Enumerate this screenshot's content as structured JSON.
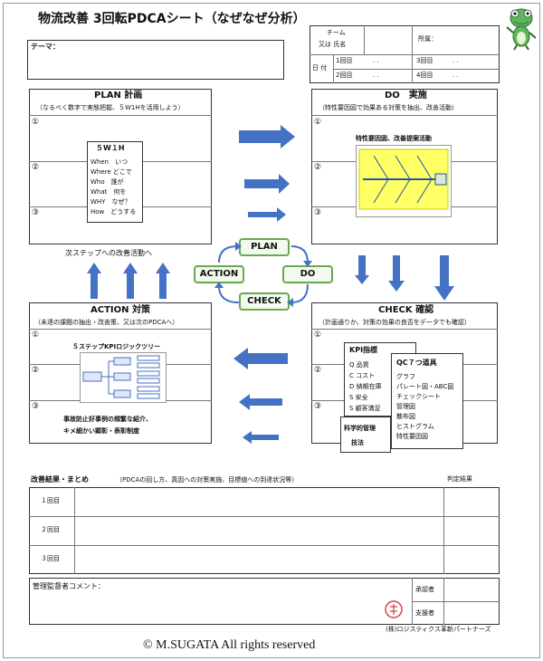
{
  "header": {
    "title": "物流改善 3回転PDCAシート（なぜなぜ分析）",
    "team_label_1": "チーム",
    "team_label_2": "又は 氏名",
    "dept_label": "所属：",
    "date_label": "日 付",
    "rounds": [
      "1回目",
      "2回目",
      "3回目",
      "4回目"
    ],
    "date_placeholder": ".  ."
  },
  "theme": {
    "label": "テーマ："
  },
  "plan": {
    "title": "PLAN 計画",
    "subtitle": "（なるべく数字で実態把握、５W1Hを活用しよう）",
    "markers": [
      "①",
      "②",
      "③"
    ],
    "w5h1": {
      "heading": "５W１H",
      "rows": [
        "When　いつ",
        "Where どこで",
        "Who　誰が",
        "What　何を",
        "WHY　なぜ？",
        "How　どうする"
      ]
    }
  },
  "do": {
    "title": "DO　実施",
    "subtitle": "（特性要因図で効果ある対策を抽出、改善活動）",
    "markers": [
      "①",
      "②",
      "③"
    ],
    "diagram_caption": "特性要因図、改善提案活動"
  },
  "cycle": {
    "plan": "PLAN",
    "do": "DO",
    "check": "CHECK",
    "action": "ACTION",
    "next_step": "次ステップへの改善活動へ"
  },
  "action": {
    "title": "ACTION 対策",
    "subtitle": "（未達の課題の抽出・改善策、又は次のPDCAへ）",
    "markers": [
      "①",
      "②",
      "③"
    ],
    "tree_caption": "５ステップKPIロジックツリー",
    "note_1": "事故防止好事例の頻繁な紹介、",
    "note_2": "キメ細かい顕彰・表彰制度"
  },
  "check": {
    "title": "CHECK 確認",
    "subtitle": "（計画通りか、対策の効果の良否をデータでも確認）",
    "markers": [
      "①",
      "②",
      "③"
    ],
    "kpi": {
      "heading": "KPI指標",
      "items": [
        "Q 品質",
        "C コスト",
        "D 納期在庫",
        "S 安全",
        "S 顧客満足"
      ]
    },
    "qc": {
      "heading": "QC７つ道具",
      "items": [
        "グラフ",
        "パレート図・ABC図",
        "チェックシート",
        "管理図",
        "散布図",
        "ヒストグラム",
        "特性要因図"
      ]
    },
    "sci_1": "科学的管理",
    "sci_2": "技法"
  },
  "results": {
    "label": "改善結果・まとめ",
    "note": "（PDCAの回し方、真因への対策実施、目標値への到達状況等）",
    "judge": "判定結果",
    "rows": [
      "１回目",
      "２回目",
      "３回目"
    ]
  },
  "comment": {
    "label": "管理監督者コメント：",
    "approver": "承認者",
    "supporter": "支援者",
    "company": "(株)ロジスティクス革新パートナーズ"
  },
  "footer": {
    "copyright": "© M.SUGATA  All rights reserved"
  },
  "colors": {
    "arrow_blue": "#4472c4",
    "cycle_green": "#6aa84f",
    "diagram_yellow": "#ffff66",
    "stamp_red": "#d94040"
  }
}
